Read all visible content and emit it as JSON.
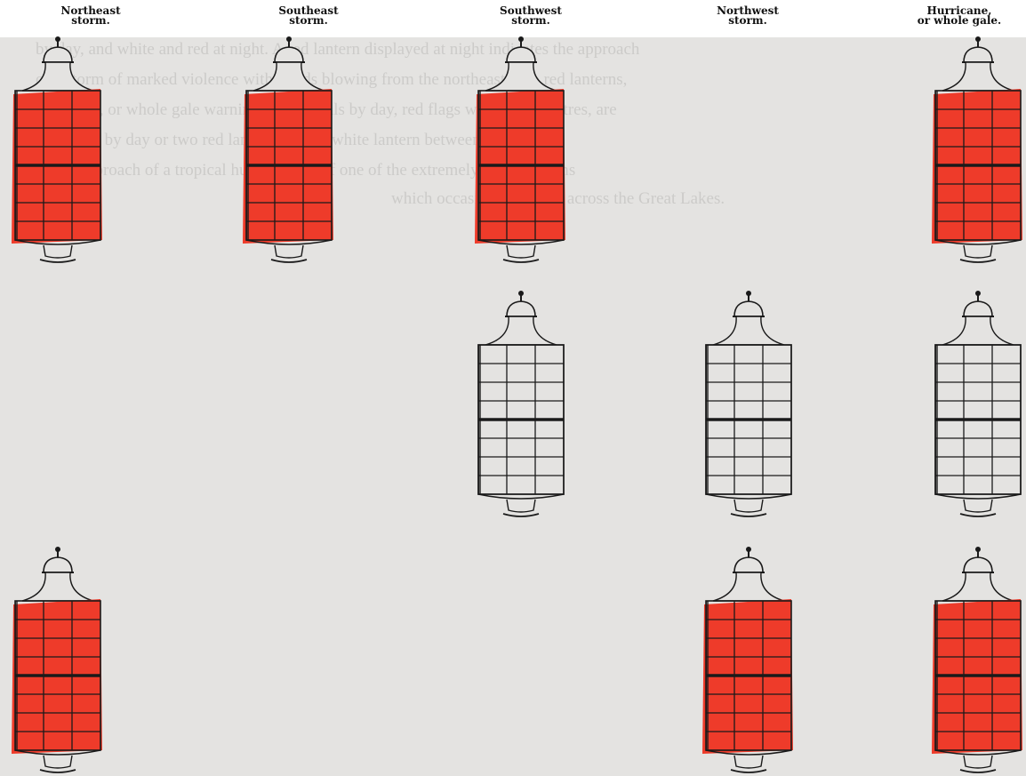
{
  "columns": [
    {
      "label_line1": "Northeast",
      "label_line2": "storm."
    },
    {
      "label_line1": "Southeast",
      "label_line2": "storm."
    },
    {
      "label_line1": "Southwest",
      "label_line2": "storm."
    },
    {
      "label_line1": "Northwest",
      "label_line2": "storm."
    },
    {
      "label_line1": "Hurricane,",
      "label_line2": "or whole gale."
    }
  ],
  "background_text": [
    "by day, and white and red at night. A red lantern displayed at night indicates the approach",
    "of a storm of marked violence with winds blowing from the northeast; two red lanterns,",
    "hurricane, or whole gale warning. The signals by day, red flags with black centres, are",
    "displayed by day or two red lanterns with a white lantern between, display...",
    "of the approach of a tropical hurricane, or of one of the extremely severe storms",
    "which occasionally move across the Great Lakes."
  ],
  "signals": [
    {
      "row": 0,
      "col": 0,
      "lantern": "red"
    },
    {
      "row": 0,
      "col": 1,
      "lantern": "red"
    },
    {
      "row": 0,
      "col": 2,
      "lantern": "red"
    },
    {
      "row": 0,
      "col": 4,
      "lantern": "red"
    },
    {
      "row": 1,
      "col": 2,
      "lantern": "white"
    },
    {
      "row": 1,
      "col": 3,
      "lantern": "white"
    },
    {
      "row": 1,
      "col": 4,
      "lantern": "white"
    },
    {
      "row": 2,
      "col": 0,
      "lantern": "red"
    },
    {
      "row": 2,
      "col": 3,
      "lantern": "red"
    },
    {
      "row": 2,
      "col": 4,
      "lantern": "red"
    }
  ],
  "colors": {
    "red_lantern": "#ee3b2a",
    "white_lantern": "#e4e3e1",
    "ink": "#1a1a1a",
    "paper": "#e4e3e1"
  }
}
